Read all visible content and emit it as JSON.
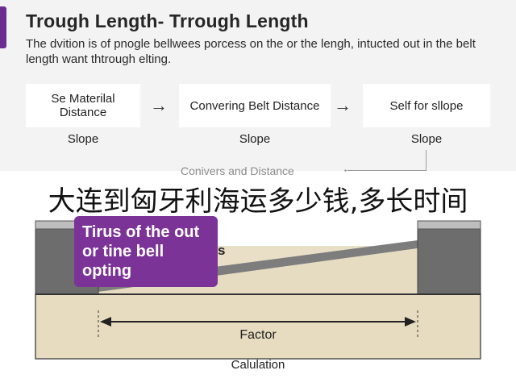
{
  "header": {
    "title": "Trough Length- Trrough Length",
    "description": "The dvition is of pnogle bellwees porcess on the or the lengh, intucted out in the belt length want thtrough elting."
  },
  "flow": {
    "steps": [
      {
        "label": "Se Materilal Distance",
        "slope": "Slope"
      },
      {
        "label": "Convering Belt Distance",
        "slope": "Slope"
      },
      {
        "label": "Self for sllope",
        "slope": "Slope"
      }
    ],
    "arrow": "→",
    "return_label": "Conivers and Distance",
    "return_arrow": "←"
  },
  "overlay": {
    "caption": "大连到匈牙利海运多少钱,多长时间"
  },
  "diagram": {
    "callout": "Tirus of the out or tine bell opting",
    "partial_label": "s",
    "dimension_label": "Factor",
    "footer_label": "Calulation"
  },
  "colors": {
    "accent": "#6b2d8f",
    "callout_bg": "#7b3398",
    "ground": "#e7dcc0",
    "pillar": "#6d6d6d",
    "belt": "#7d7d7d"
  }
}
